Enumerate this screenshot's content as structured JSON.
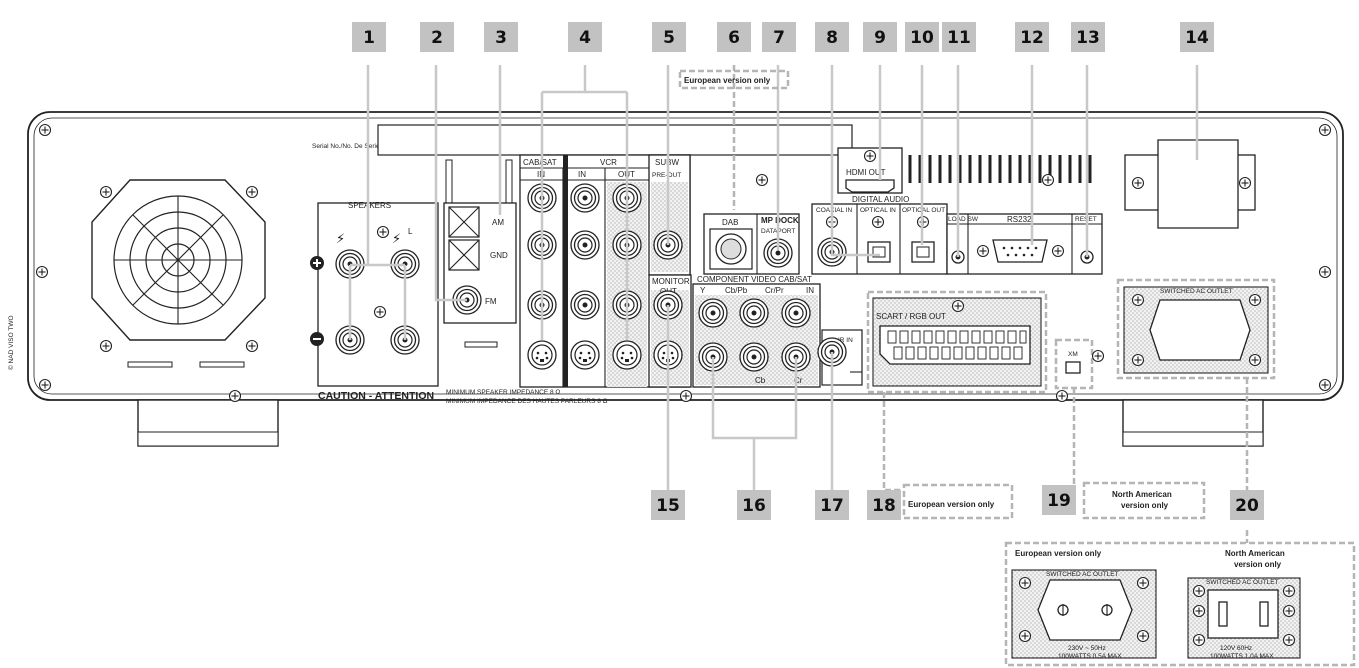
{
  "callouts": [
    "1",
    "2",
    "3",
    "4",
    "5",
    "6",
    "7",
    "8",
    "9",
    "10",
    "11",
    "12",
    "13",
    "14",
    "15",
    "16",
    "17",
    "18",
    "19",
    "20"
  ],
  "notes": {
    "european_only": "European version only",
    "north_american_line1": "North American",
    "north_american_line2": "version only"
  },
  "labels": {
    "serial": "Serial No./No. De Series",
    "speakers": "SPEAKERS",
    "speaker_l": "L",
    "am": "AM",
    "gnd": "GND",
    "fm": "FM",
    "cab_sat": "CAB/SAT",
    "vcr": "VCR",
    "subw": "SUBW",
    "in": "IN",
    "out": "OUT",
    "pre_out": "PRE-OUT",
    "dab": "DAB",
    "mp_dock": "MP DOCK",
    "dataport": "DATAPORT",
    "hdmi_out": "HDMI OUT",
    "digital_audio": "DIGITAL AUDIO",
    "coaxial_in": "COAXIAL IN",
    "optical_in": "OPTICAL IN",
    "optical_out": "OPTICAL OUT",
    "load_sw": "LOAD SW",
    "rs232": "RS232",
    "reset": "RESET",
    "monitor": "MONITOR",
    "component_video": "COMPONENT VIDEO CAB/SAT",
    "y": "Y",
    "cb_pb": "Cb/Pb",
    "cr_pr": "Cr/Pr",
    "cb_short": "Cb",
    "cr_short": "Cr",
    "ir_in": "IR IN",
    "scart": "SCART / RGB OUT",
    "xm": "XM",
    "switched_ac": "SWITCHED AC OUTLET",
    "caution": "CAUTION - ATTENTION",
    "min_imp_en": "MINIMUM SPEAKER IMPEDANCE 8 Ω",
    "min_imp_fr": "MINIMUM IMPEDANCE DES HAUTES PARLEURS 8 Ω",
    "copyright": "© NAD VISO TWO",
    "eu_voltage": "230V ~ 50Hz",
    "eu_rating": "100WATTS 0.5A MAX",
    "na_voltage": "120V   60Hz",
    "na_rating": "100WATTS 1.0A MAX"
  }
}
